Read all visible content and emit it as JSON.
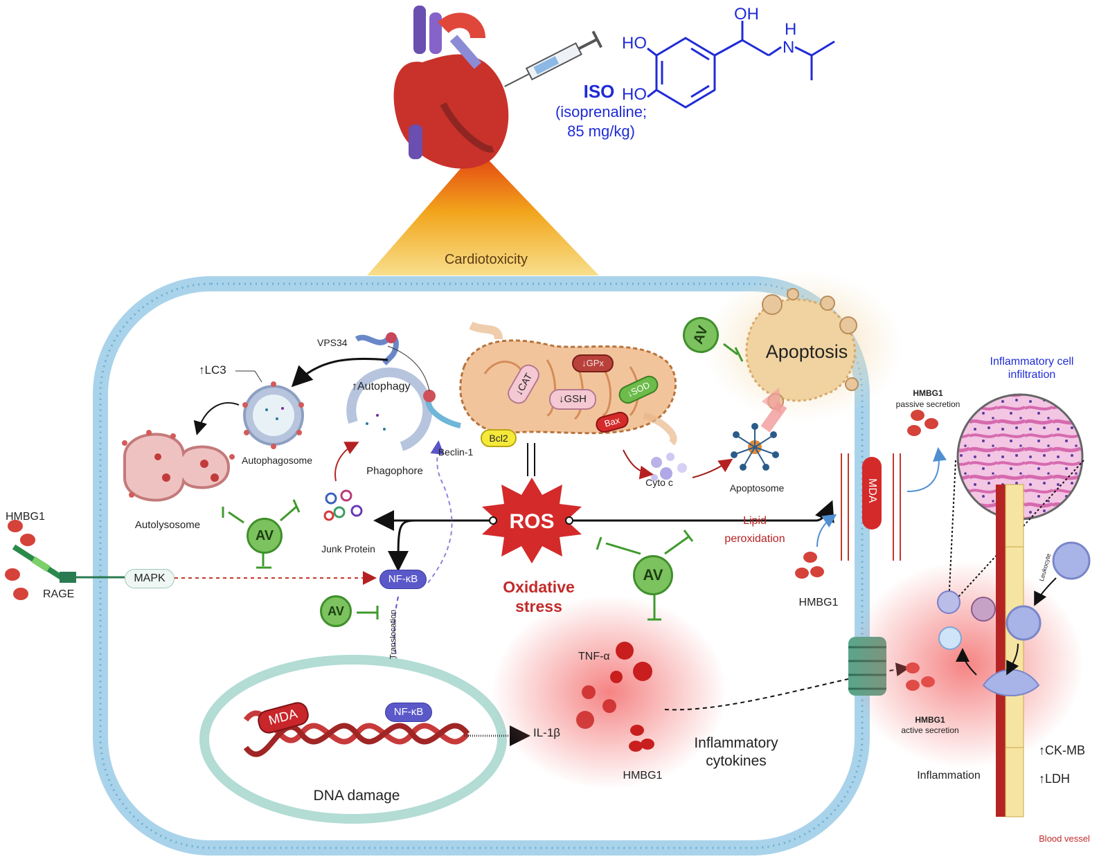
{
  "drug": {
    "name": "ISO",
    "detail_line1": "(isoprenaline;",
    "detail_line2": "85 mg/kg)",
    "chem_oh_top": "OH",
    "chem_nh": "H",
    "chem_n": "N",
    "chem_ho_1": "HO",
    "chem_ho_2": "HO"
  },
  "cardiotoxicity": "Cardiotoxicity",
  "autophagy": {
    "vps34": "VPS34",
    "lc3": "↑LC3",
    "autophagy_up": "↑Autophagy",
    "autophagosome": "Autophagosome",
    "autolysosome": "Autolysosome",
    "phagophore": "Phagophore",
    "beclin": "Beclin-1",
    "bcl2": "Bcl2",
    "junk": "Junk Protein"
  },
  "mito": {
    "cat": "↓CAT",
    "gpx": "↓GPx",
    "gsh": "↓GSH",
    "sod": "↓SOD",
    "bax": "Bax"
  },
  "ros": {
    "label": "ROS",
    "stress1": "Oxidative",
    "stress2": "stress"
  },
  "apoptosis": {
    "label": "Apoptosis",
    "cytoc": "Cyto c",
    "apoptosome": "Apoptosome"
  },
  "av_label": "AV",
  "left": {
    "hmbg1": "HMBG1",
    "rage": "RAGE",
    "mapk": "MAPK",
    "nfkb": "NF-κB",
    "translocation": "Translocation"
  },
  "nucleus": {
    "nfkb": "NF-κB",
    "mda": "MDA",
    "dna": "DNA damage"
  },
  "cytokines": {
    "tnf": "TNF-α",
    "il1b": "IL-1β",
    "hmbg1": "HMBG1",
    "line1": "Inflammatory",
    "line2": "cytokines"
  },
  "lipid": {
    "line1": "Lipid",
    "line2": "peroxidation",
    "mda": "MDA",
    "hmbg1": "HMBG1"
  },
  "right": {
    "passive_title": "HMBG1",
    "passive_sub": "passive secretion",
    "active_title": "HMBG1",
    "active_sub": "active secretion",
    "infiltration1": "Inflammatory cell",
    "infiltration2": "infiltration",
    "leukocyte": "Leukocyte",
    "inflammation": "Inflammation",
    "ckmb": "↑CK-MB",
    "ldh": "↑LDH",
    "vessel": "Blood vessel"
  },
  "colors": {
    "ros": "#d42a2a",
    "drug": "#1f2bd6",
    "av": "#7cc25e",
    "membrane": "#9cc8e0",
    "mito": "#e9b98a"
  }
}
